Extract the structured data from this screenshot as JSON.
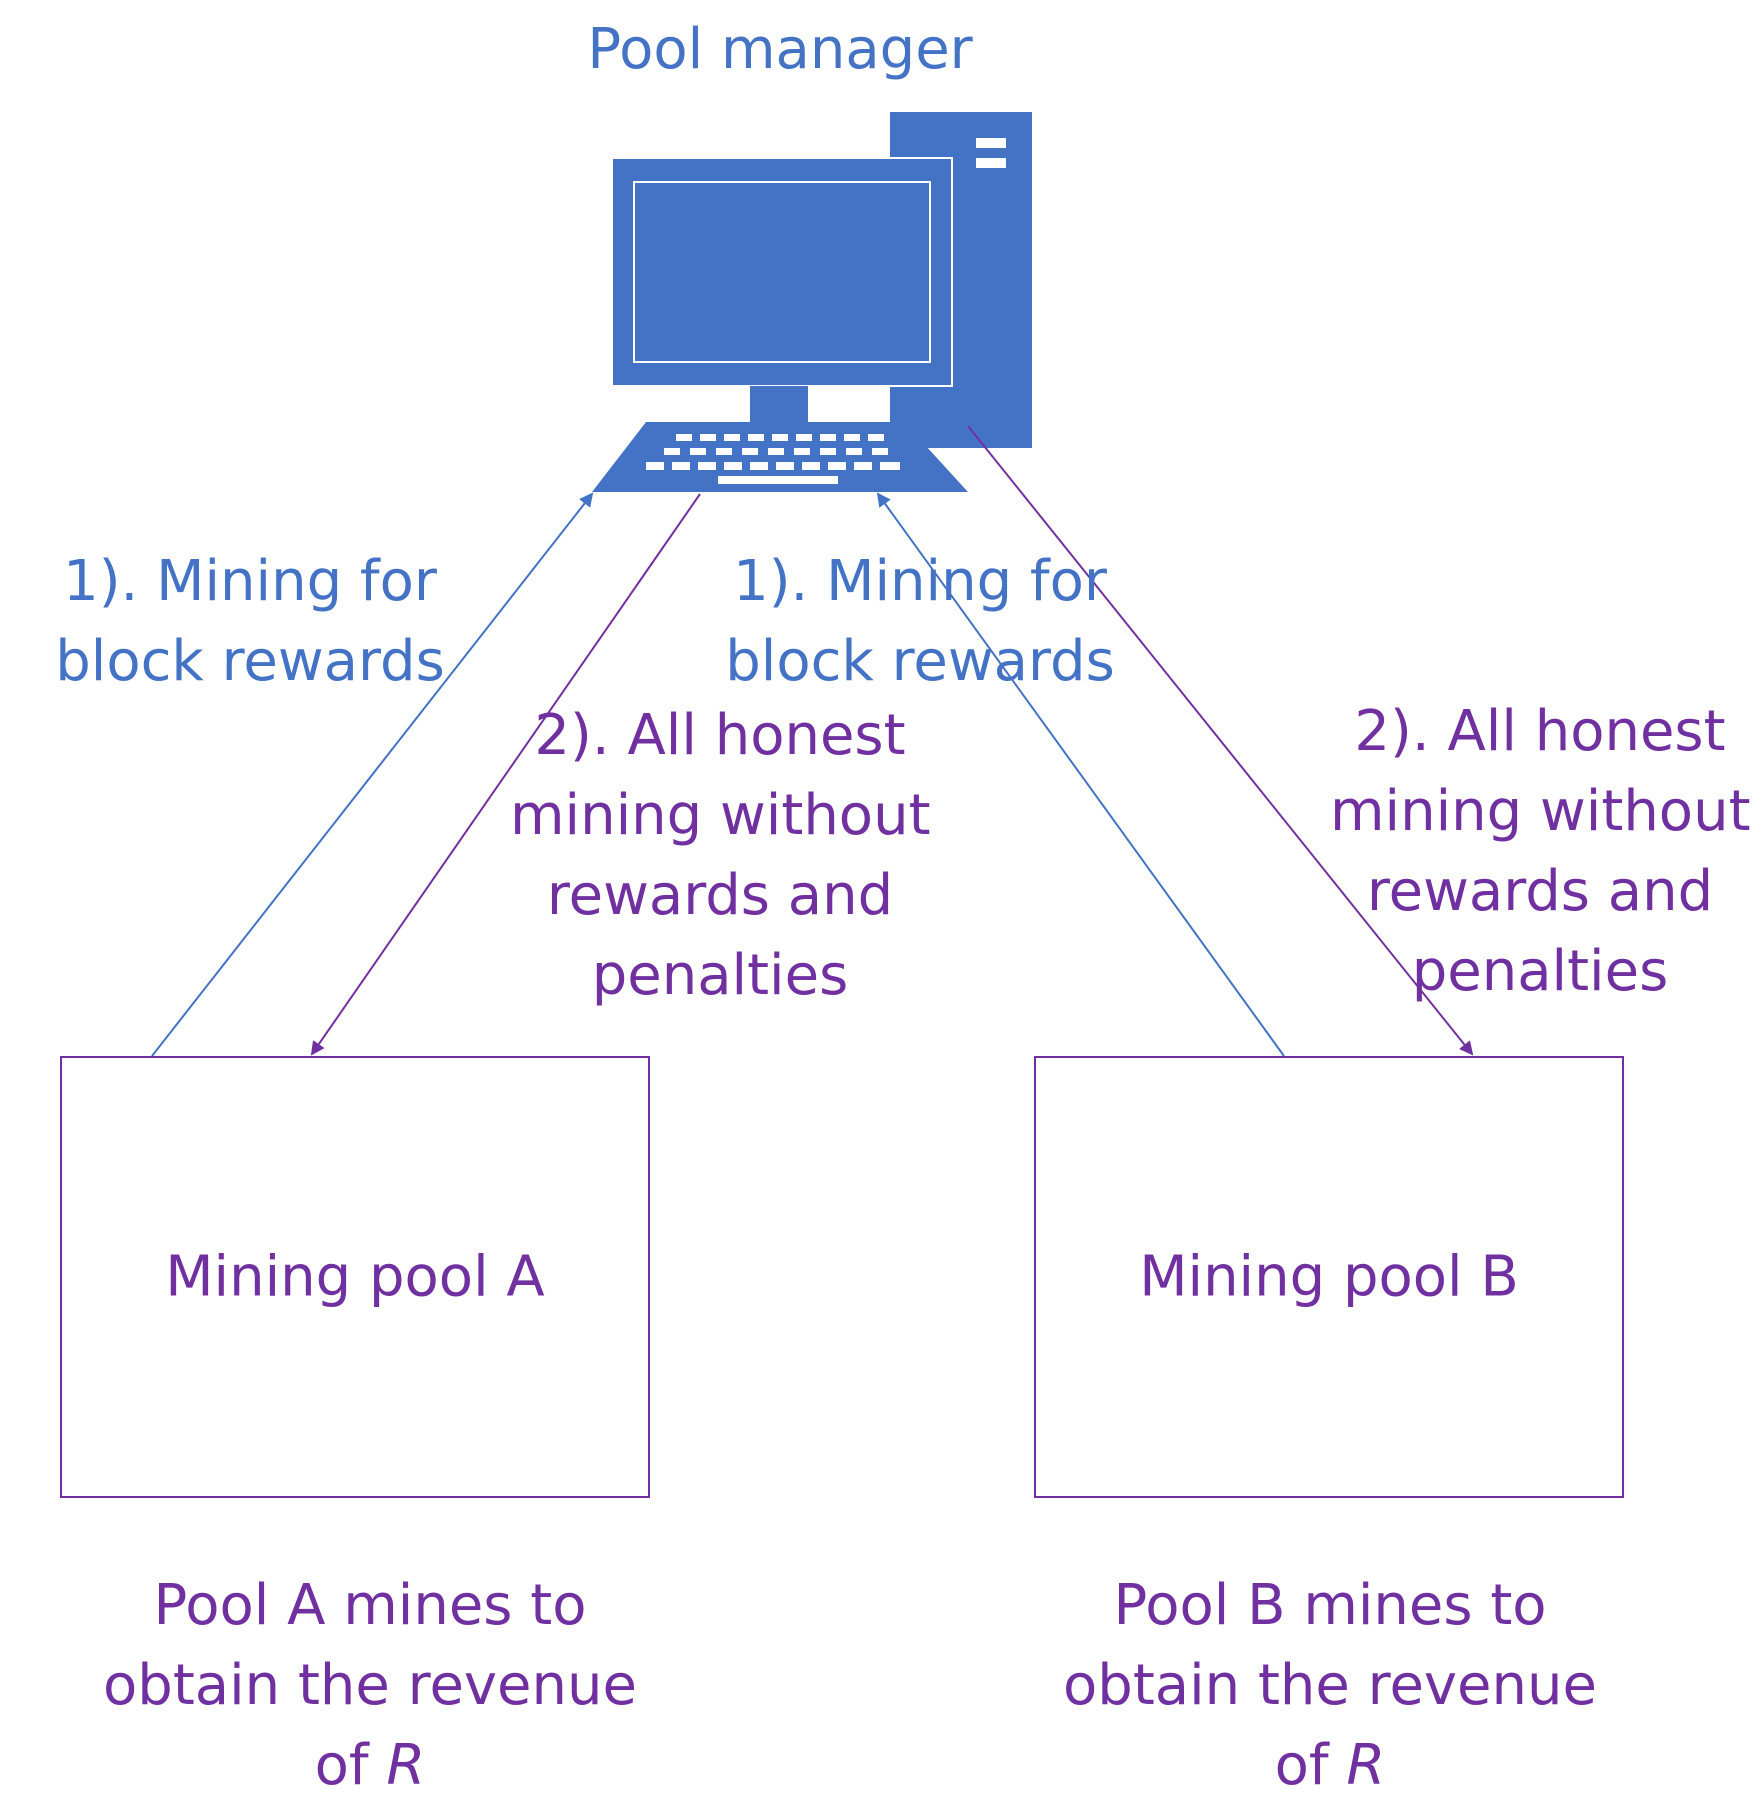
{
  "manager": {
    "title": "Pool manager",
    "icon": "desktop-computer-icon"
  },
  "colors": {
    "blue": "#4472C4",
    "purple": "#7030A0"
  },
  "pools": {
    "a": {
      "name": "Mining pool A",
      "revenue_line1": "Pool A mines to",
      "revenue_line2": "obtain the revenue",
      "revenue_prefix": "of ",
      "revenue_var": "R"
    },
    "b": {
      "name": "Mining pool B",
      "revenue_line1": "Pool B mines to",
      "revenue_line2": "obtain the revenue",
      "revenue_prefix": "of ",
      "revenue_var": "R"
    }
  },
  "edges": {
    "a_up": {
      "line1": "1). Mining for",
      "line2": "block rewards"
    },
    "a_down": {
      "line1": "2). All honest",
      "line2": "mining without",
      "line3": "rewards and",
      "line4": "penalties"
    },
    "b_up": {
      "line1": "1). Mining for",
      "line2": "block rewards"
    },
    "b_down": {
      "line1": "2). All honest",
      "line2": "mining without",
      "line3": "rewards and",
      "line4": "penalties"
    }
  }
}
